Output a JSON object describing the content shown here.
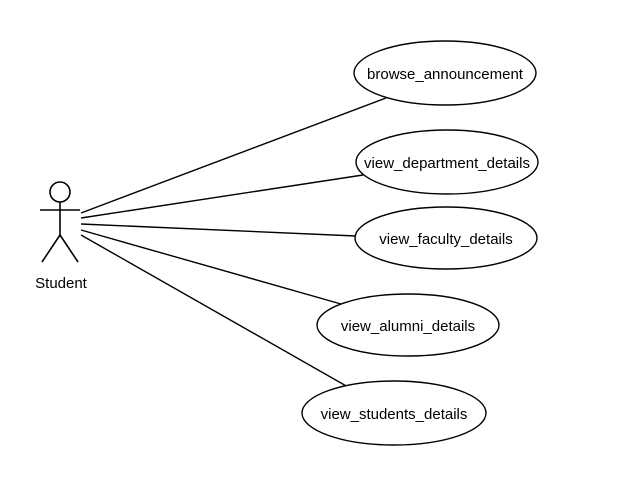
{
  "actor": {
    "name": "Student"
  },
  "use_cases": [
    {
      "id": "browse-announcement",
      "label": "browse_announcement"
    },
    {
      "id": "view-department-details",
      "label": "view_department_details"
    },
    {
      "id": "view-faculty-details",
      "label": "view_faculty_details"
    },
    {
      "id": "view-alumni-details",
      "label": "view_alumni_details"
    },
    {
      "id": "view-students-details",
      "label": "view_students_details"
    }
  ],
  "associations": [
    {
      "from": "Student",
      "to": "browse_announcement"
    },
    {
      "from": "Student",
      "to": "view_department_details"
    },
    {
      "from": "Student",
      "to": "view_faculty_details"
    },
    {
      "from": "Student",
      "to": "view_alumni_details"
    },
    {
      "from": "Student",
      "to": "view_students_details"
    }
  ]
}
